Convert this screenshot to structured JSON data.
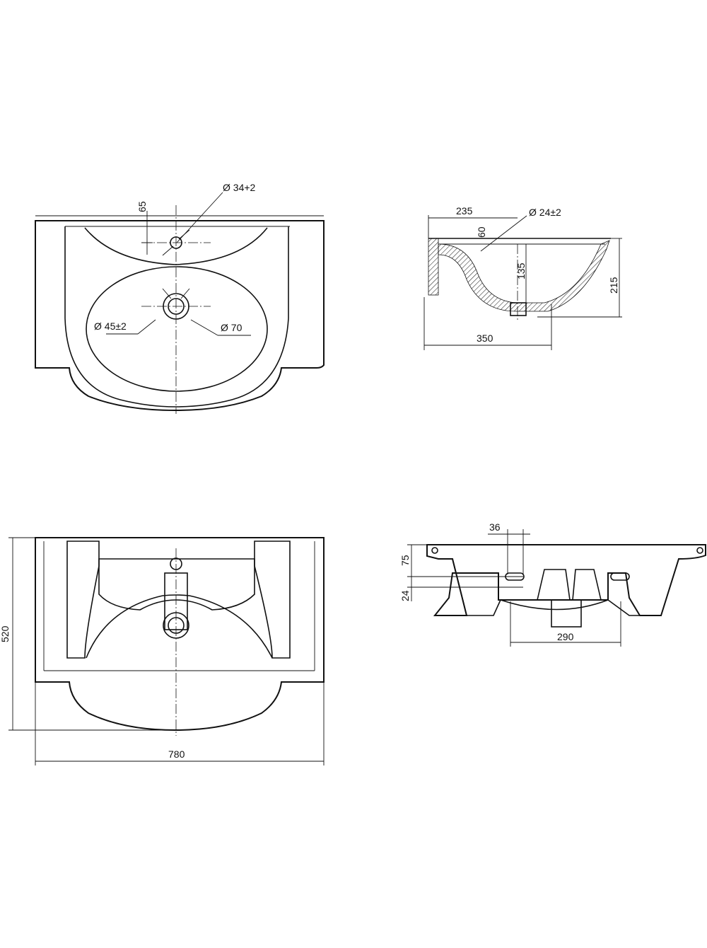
{
  "views": {
    "top": {
      "drain_diameter": "Ø 45±2",
      "outer_diameter": "Ø 70",
      "tap_hole_diameter": "Ø 34+2",
      "tap_hole_offset": "65"
    },
    "side": {
      "top_length": "235",
      "overflow_diameter": "Ø 24±2",
      "overflow_offset": "60",
      "bowl_depth": "135",
      "total_height": "215",
      "total_depth": "350"
    },
    "bottom": {
      "height": "520",
      "width": "780"
    },
    "back": {
      "hole_width": "36",
      "mount_height_1": "75",
      "mount_height_2": "24",
      "drain_width": "290"
    }
  }
}
